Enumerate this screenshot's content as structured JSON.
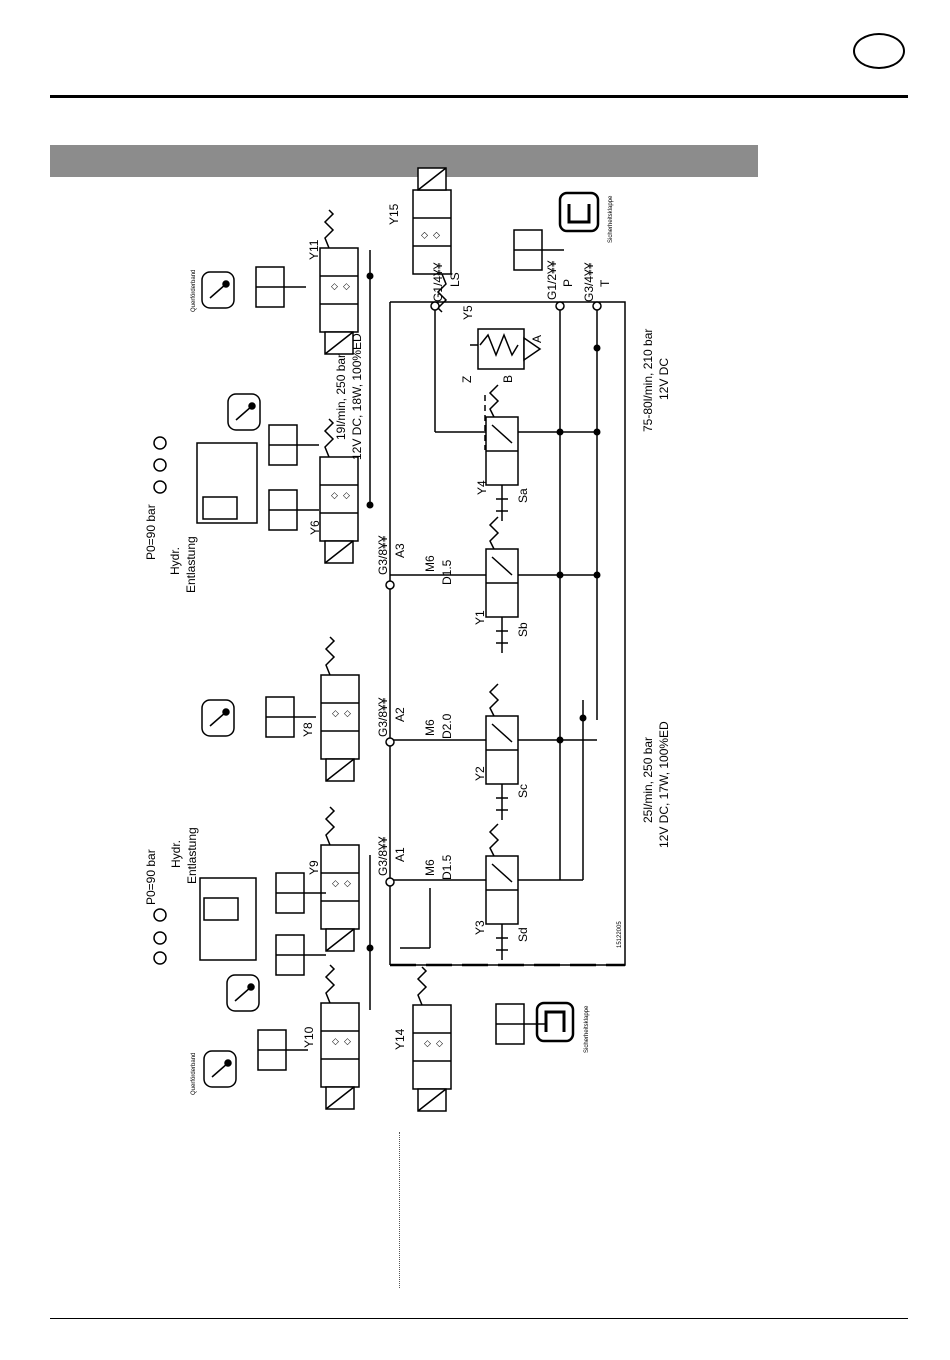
{
  "valves": {
    "y1": "Y1",
    "y2": "Y2",
    "y3": "Y3",
    "y4": "Y4",
    "y5": "Y5",
    "y6": "Y6",
    "y8": "Y8",
    "y9": "Y9",
    "y10": "Y10",
    "y11": "Y11",
    "y14": "Y14",
    "y15": "Y15"
  },
  "switches": {
    "sa": "Sa",
    "sb": "Sb",
    "sc": "Sc",
    "sd": "Sd"
  },
  "ports": {
    "a1": "A1",
    "a2": "A2",
    "a3": "A3",
    "ls": "LS",
    "p": "P",
    "t": "T",
    "port_a": "A",
    "port_b": "B",
    "port_z": "Z",
    "g_a1": "G3/8¥¥",
    "g_a2": "G3/8¥¥",
    "g_a3": "G3/8¥¥",
    "g_ls": "G1/4¥¥",
    "g_p": "G1/2¥¥",
    "g_t": "G3/4¥¥"
  },
  "orifices": {
    "m1": "M6",
    "d1": "D1.5",
    "m2": "M6",
    "d2": "D2.0",
    "m3": "M6",
    "d3": "D1.5"
  },
  "accumulators": {
    "left": {
      "pressure": "P0=90 bar",
      "line1": "Hydr.",
      "line2": "Entlastung"
    },
    "right": {
      "pressure": "P0=90 bar",
      "line1": "Hydr.",
      "line2": "Entlastung"
    }
  },
  "ratings": {
    "main_line1": "75-80l/min, 210 bar",
    "main_line2": "12V DC",
    "y11_line1": "19l/min, 250 bar",
    "y11_line2": "12V DC, 18W, 100%ED",
    "sec_line1": "25l/min, 250 bar",
    "sec_line2": "12V DC, 17W, 100%ED"
  },
  "small_labels": {
    "querfoerderband_top": "Querförderband",
    "querfoerderband_bottom": "Querförderband",
    "sicherheitsklappe_top": "Sicherheitsklappe",
    "sicherheitsklappe_bottom": "Sicherheitsklappe"
  },
  "drawing_number": "15122005"
}
